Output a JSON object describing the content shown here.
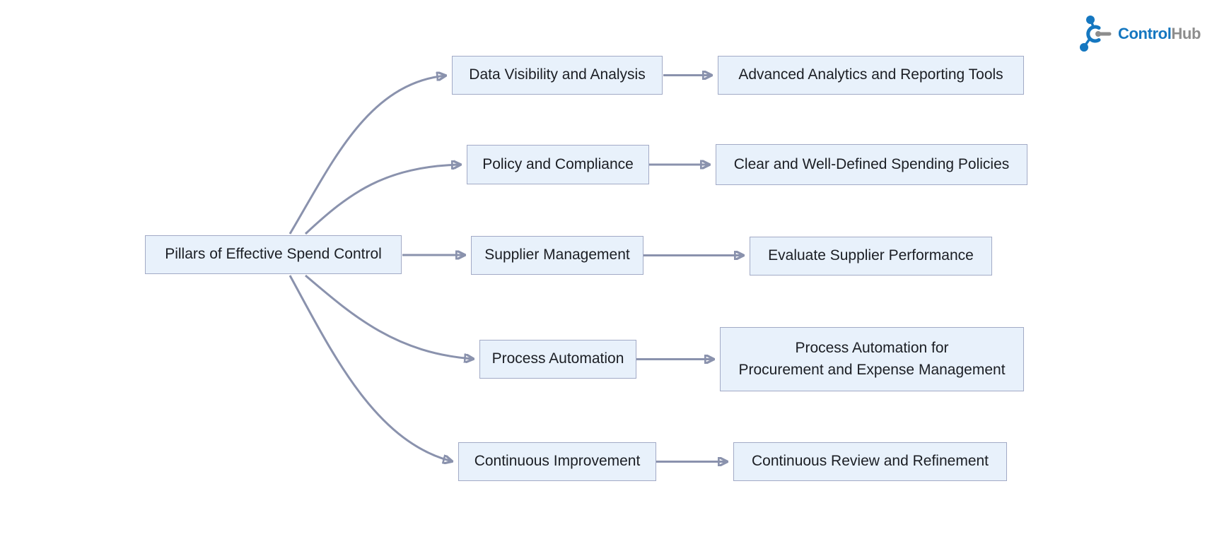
{
  "diagram": {
    "type": "flowchart-left-to-right",
    "nodes": {
      "root": {
        "label": "Pillars of Effective Spend Control"
      },
      "pillar1": {
        "label": "Data Visibility and Analysis"
      },
      "detail1": {
        "label": "Advanced Analytics and Reporting Tools"
      },
      "pillar2": {
        "label": "Policy and Compliance"
      },
      "detail2": {
        "label": "Clear and Well-Defined Spending Policies"
      },
      "pillar3": {
        "label": "Supplier Management"
      },
      "detail3": {
        "label": "Evaluate Supplier Performance"
      },
      "pillar4": {
        "label": "Process Automation"
      },
      "detail4": {
        "line1": "Process Automation for",
        "line2": "Procurement and Expense Management"
      },
      "pillar5": {
        "label": "Continuous Improvement"
      },
      "detail5": {
        "label": "Continuous Review and Refinement"
      }
    },
    "edges": [
      "root -> pillar1",
      "root -> pillar2",
      "root -> pillar3",
      "root -> pillar4",
      "root -> pillar5",
      "pillar1 -> detail1",
      "pillar2 -> detail2",
      "pillar3 -> detail3",
      "pillar4 -> detail4",
      "pillar5 -> detail5"
    ]
  },
  "logo": {
    "brand": "Control",
    "suffix": "Hub"
  },
  "colors": {
    "node_fill": "#e8f1fb",
    "node_border": "#a2aac6",
    "edge": "#8a92ad",
    "text": "#1b1e24",
    "logo_blue": "#1577c0",
    "logo_gray": "#8d8d8d",
    "background": "#ffffff"
  }
}
